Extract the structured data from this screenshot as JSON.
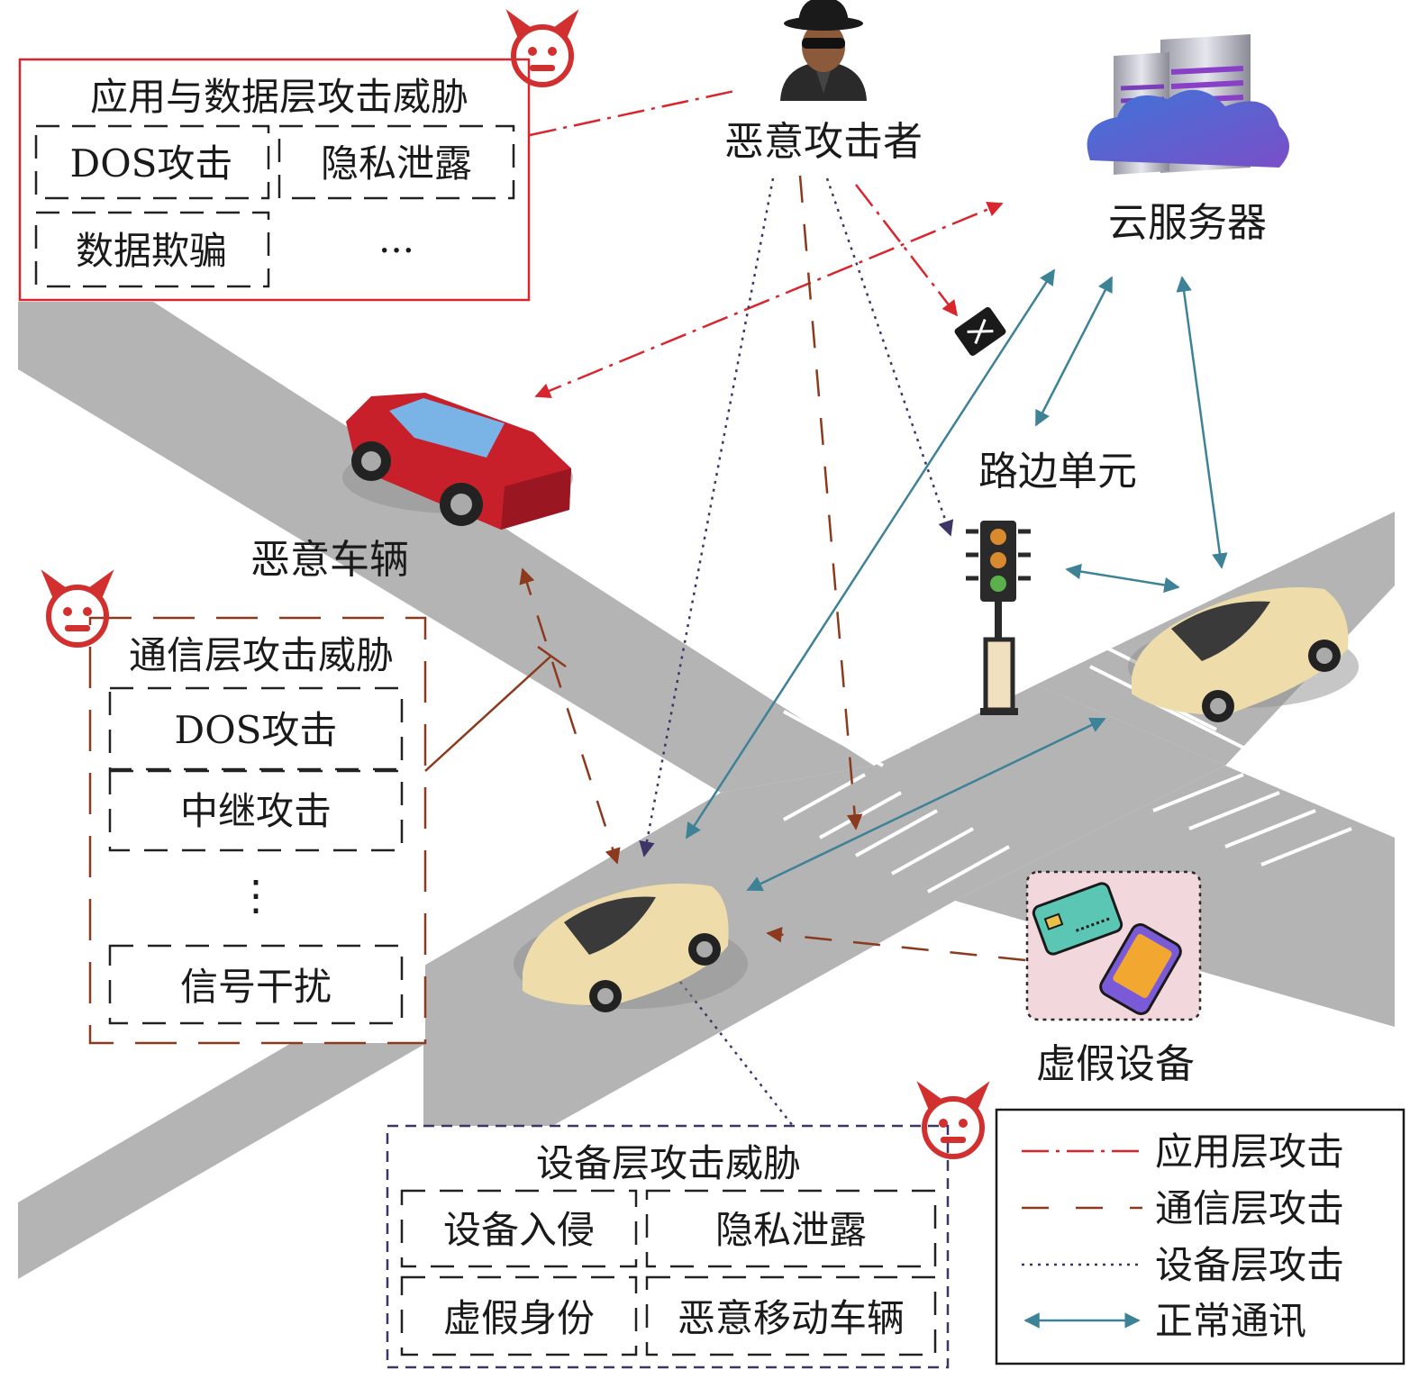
{
  "colors": {
    "app_attack": "#d9262e",
    "comm_attack": "#8b3a1e",
    "device_attack": "#3d3566",
    "normal_comm": "#3d8296",
    "road": "#b4b4b4",
    "devil": "#d22f2f",
    "fake_device_bg": "#f2d7dc"
  },
  "nodes": {
    "attacker": "恶意攻击者",
    "cloud": "云服务器",
    "rsu": "路边单元",
    "malicious_car": "恶意车辆",
    "fake_device": "虚假设备"
  },
  "app_box": {
    "title": "应用与数据层攻击威胁",
    "items": [
      "DOS攻击",
      "隐私泄露",
      "数据欺骗",
      "..."
    ]
  },
  "comm_box": {
    "title": "通信层攻击威胁",
    "items": [
      "DOS攻击",
      "中继攻击",
      "⋮",
      "信号干扰"
    ]
  },
  "device_box": {
    "title": "设备层攻击威胁",
    "items": [
      "设备入侵",
      "隐私泄露",
      "虚假身份",
      "恶意移动车辆"
    ]
  },
  "legend": {
    "items": [
      {
        "label": "应用层攻击",
        "style": "dash-dot",
        "color_key": "app_attack"
      },
      {
        "label": "通信层攻击",
        "style": "long-dash",
        "color_key": "comm_attack"
      },
      {
        "label": "设备层攻击",
        "style": "dotted",
        "color_key": "device_attack"
      },
      {
        "label": "正常通讯",
        "style": "double-arrow",
        "color_key": "normal_comm"
      }
    ]
  },
  "icons": {
    "attacker": "hacker-icon",
    "cloud": "cloud-server-icon",
    "rsu": "traffic-light-icon",
    "malicious_car": "red-car-icon",
    "normal_car": "beige-car-icon",
    "fake_device": "card-and-phone-icon",
    "threat": "devil-face-icon",
    "blocked": "blocked-signal-icon"
  }
}
